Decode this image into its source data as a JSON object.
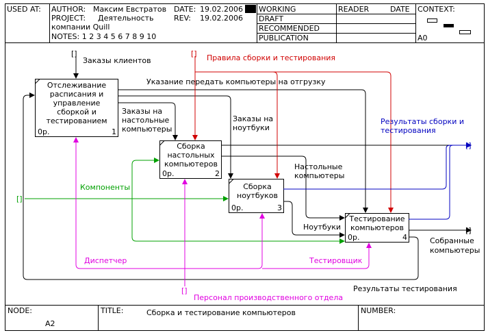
{
  "header": {
    "used_at_label": "USED AT:",
    "author_label": "AUTHOR:",
    "author": "Максим Евстратов",
    "date_label": "DATE:",
    "date": "19.02.2006",
    "project_label": "PROJECT:",
    "project_line1": "Деятельность",
    "project_line2": "компании Quill",
    "rev_label": "REV:",
    "rev": "19.02.2006",
    "notes": "NOTES: 1 2 3 4 5 6 7 8 9 10",
    "status": [
      "WORKING",
      "DRAFT",
      "RECOMMENDED",
      "PUBLICATION"
    ],
    "reader_label": "READER",
    "reader_date_label": "DATE",
    "context_label": "CONTEXT:",
    "context_node": "A0"
  },
  "footer": {
    "node_label": "NODE:",
    "node": "A2",
    "title_label": "TITLE:",
    "title": "Сборка и  тестирование компьютеров",
    "number_label": "NUMBER:"
  },
  "boxes": [
    {
      "lines": [
        "Отслеживание",
        "расписания и",
        "управление",
        "сборкой и",
        "тестированием"
      ],
      "cost": "0р.",
      "num": "1"
    },
    {
      "lines": [
        "Сборка",
        "настольных",
        "компьютеров"
      ],
      "cost": "0р.",
      "num": "2"
    },
    {
      "lines": [
        "Сборка",
        "ноутбуков"
      ],
      "cost": "0р.",
      "num": "3"
    },
    {
      "lines": [
        "Тестирование",
        "компьютеров"
      ],
      "cost": "0р.",
      "num": "4"
    }
  ],
  "arrows": {
    "client_orders": "Заказы клиентов",
    "assembly_rules": "Правила сборки и тестирования",
    "ship_instruction": "Указание передать компьютеры на отгрузку",
    "desktop_orders": [
      "Заказы на",
      "настольные",
      "компьютеры"
    ],
    "notebook_orders": [
      "Заказы на",
      "ноутбуки"
    ],
    "results_assembly": [
      "Результаты сборки и",
      "тестирования"
    ],
    "components": "Компоненты",
    "desktops": [
      "Настольные",
      "компьютеры"
    ],
    "notebooks": "Ноутбуки",
    "assembled": [
      "Собранные",
      "компьютеры"
    ],
    "dispatcher": "Диспетчер",
    "tester": "Тестировщик",
    "test_results": "Результаты тестирования",
    "personnel": "Персонал производственного отдела",
    "tunnel": "[]"
  },
  "colors": {
    "control": "#d00000",
    "input": "#00a000",
    "mechanism": "#e000e0",
    "output_ext": "#0000c0",
    "ink": "#000000"
  }
}
